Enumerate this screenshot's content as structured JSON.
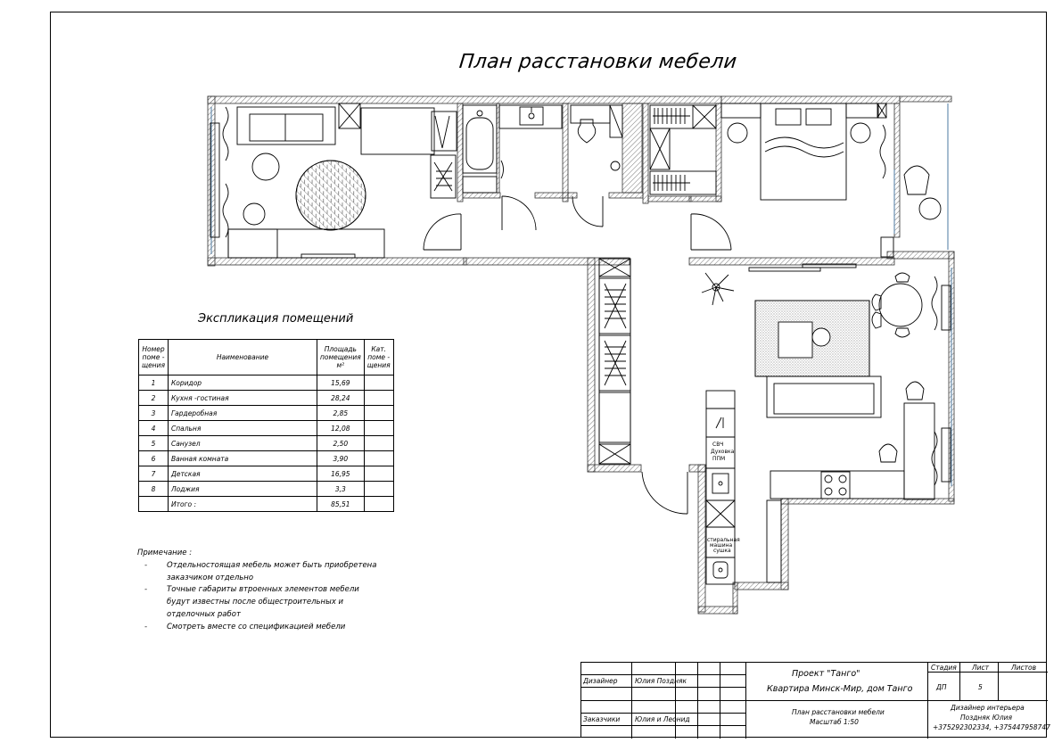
{
  "drawing": {
    "title": "План расстановки мебели"
  },
  "kitchen_labels": {
    "appliance_1": "СВЧ",
    "appliance_2": "Духовка",
    "appliance_3": "ППМ",
    "washer_1": "стиральная",
    "washer_2": "машина",
    "washer_3": "сушка"
  },
  "explication": {
    "title": "Экспликация помещений",
    "headers": {
      "number": [
        "Номер",
        "поме -",
        "щения"
      ],
      "name": "Наименование",
      "area": [
        "Площадь",
        "помещения",
        "м²"
      ],
      "category": [
        "Кат.",
        "поме -",
        "щения"
      ]
    },
    "rows": [
      {
        "no": "1",
        "name": "Коридор",
        "area": "15,69"
      },
      {
        "no": "2",
        "name": "Кухня -гостиная",
        "area": "28,24"
      },
      {
        "no": "3",
        "name": "Гардеробная",
        "area": "2,85"
      },
      {
        "no": "4",
        "name": "Спальня",
        "area": "12,08"
      },
      {
        "no": "5",
        "name": "Санузел",
        "area": "2,50"
      },
      {
        "no": "6",
        "name": "Ванная комната",
        "area": "3,90"
      },
      {
        "no": "7",
        "name": "Детская",
        "area": "16,95"
      },
      {
        "no": "8",
        "name": "Лоджия",
        "area": "3,3"
      }
    ],
    "total": {
      "name": "Итого :",
      "area": "85,51"
    }
  },
  "notes": {
    "heading": "Примечание :",
    "items": [
      [
        "Отдельностоящая мебель может быть приобретена",
        "заказчиком отдельно"
      ],
      [
        "Точные габариты втроенных элементов мебели",
        "будут известны после общестроительных и",
        "отделочных работ"
      ],
      [
        "Смотреть вместе со спецификацией мебели"
      ]
    ],
    "dash": "-"
  },
  "stamp": {
    "designer_label": "Дизайнер",
    "designer_name": "Юлия Поздняк",
    "client_label": "Заказчики",
    "client_name": "Юлия и Леонид",
    "project_line1": "Проект \"Танго\"",
    "project_line2": "Квартира Минск-Мир, дом Танго",
    "sheet_title": "План расстановки мебели",
    "scale": "Масштаб 1:50",
    "stage_label": "Стадия",
    "sheet_label": "Лист",
    "sheets_label": "Листов",
    "stage_value": "ДП",
    "sheet_value": "5",
    "author_line1": "Дизайнер интерьера",
    "author_line2": "Поздняк Юлия",
    "author_line3": "+375292302334, +375447958747"
  }
}
